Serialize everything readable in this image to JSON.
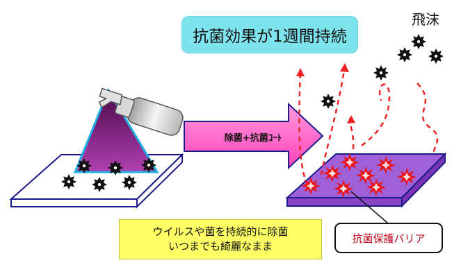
{
  "title": "抗菌効果が1週間持続",
  "droplet_label": "飛沫",
  "process_arrow_label": "除菌+抗菌ｺｰﾄ",
  "caption": {
    "line1": "ウイルスや菌を持続的に除菌",
    "line2": "いつまでも綺麗なまま"
  },
  "barrier_label": "抗菌保護バリア",
  "colors": {
    "title_bg": "#7fe3ee",
    "caption_bg": "#ffff66",
    "arrow_fill": "#ff66cc",
    "barrier_plate": "#a060d8",
    "virus_red": "#ee1111",
    "droplet_path": "#ee2222",
    "plate_outline": "#1a1a8c"
  }
}
